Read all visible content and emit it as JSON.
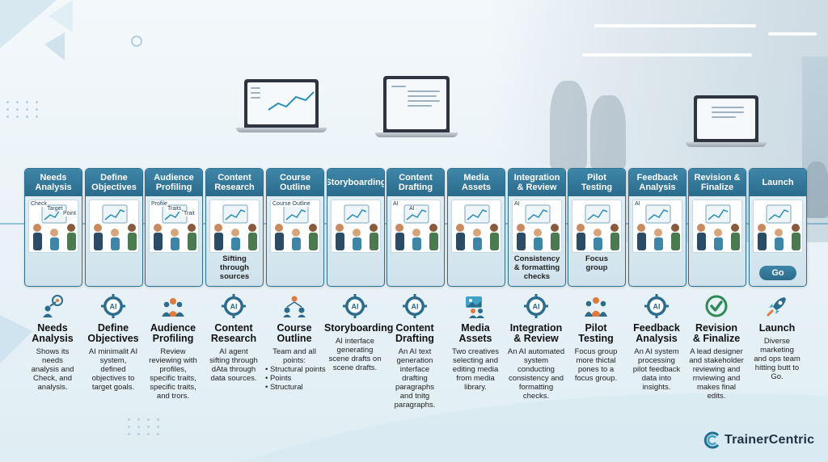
{
  "colors": {
    "accent": "#2b6b8c",
    "accent_light": "#3e86a8",
    "text": "#222222"
  },
  "steps": [
    {
      "card_title": "Needs\nAnalysis",
      "card_labels": [
        "Check",
        "Target",
        "Point"
      ],
      "card_caption": "",
      "icon": "target-people-icon",
      "title": "Needs\nAnalysis",
      "desc": "Shows its\nneeds\nanalysis and\nCheck, and\nanalysis."
    },
    {
      "card_title": "Define\nObjectives",
      "card_labels": [],
      "card_caption": "",
      "icon": "ai-gear-icon",
      "title": "Define\nObjectives",
      "desc": "AI minimalit AI\nsystem,\ndefined\nobjectives to\ntarget goals."
    },
    {
      "card_title": "Audience\nProfiling",
      "card_labels": [
        "Profile",
        "Traits",
        "Trait"
      ],
      "card_caption": "",
      "icon": "audience-group-icon",
      "title": "Audience\nProfiling",
      "desc": "Review\nreviewing with\nprofiles,\nspecific traits,\nspecific traits,\nand trors."
    },
    {
      "card_title": "Content\nResearch",
      "card_labels": [],
      "card_caption": "Sifting\nthrough\nsources",
      "icon": "ai-gear-icon",
      "title": "Content\nResearch",
      "desc": "AI agent\nsifting through\ndAta through\ndata sources."
    },
    {
      "card_title": "Course\nOutline",
      "card_labels": [
        "Course Outline"
      ],
      "card_caption": "",
      "icon": "team-network-icon",
      "title": "Course\nOutline",
      "desc": "Team and all\npoints:",
      "bullets": [
        "Structural points",
        "Points",
        "Structural"
      ]
    },
    {
      "card_title": "Storyboarding",
      "card_labels": [],
      "card_caption": "",
      "icon": "ai-gear-icon",
      "title": "Storyboarding",
      "desc": "AI interface\ngenerating\nscene drafts on\nscene drafts."
    },
    {
      "card_title": "Content\nDrafting",
      "card_labels": [
        "AI",
        "AI"
      ],
      "card_caption": "",
      "icon": "ai-gear-icon",
      "title": "Content\nDrafting",
      "desc": "An AI text\ngeneration\ninterface\ndrafting\nparagraphs\nand tnitg\nparagraphs."
    },
    {
      "card_title": "Media\nAssets",
      "card_labels": [],
      "card_caption": "",
      "icon": "media-people-icon",
      "title": "Media\nAssets",
      "desc": "Two creatives\nselecting and\nediting media\nfrom media\nlibrary."
    },
    {
      "card_title": "Integration\n& Review",
      "card_labels": [
        "AI"
      ],
      "card_caption": "Consistency\n& formatting\nchecks",
      "icon": "ai-gear-icon",
      "title": "Integration\n& Review",
      "desc": "An AI automated\nsystem\nconducting\nconsistency and\nformatting\nchecks."
    },
    {
      "card_title": "Pilot\nTesting",
      "card_labels": [],
      "card_caption": "Focus\ngroup",
      "icon": "focus-group-icon",
      "title": "Pilot\nTesting",
      "desc": "Focus group\nmore thictal\npones to a\nfocus group."
    },
    {
      "card_title": "Feedback\nAnalysis",
      "card_labels": [
        "AI"
      ],
      "card_caption": "",
      "icon": "ai-gear-icon",
      "title": "Feedback\nAnalysis",
      "desc": "An AI system\nprocessing\npilot feedback\ndata into\ninsights."
    },
    {
      "card_title": "Revision &\nFinalize",
      "card_labels": [],
      "card_caption": "",
      "icon": "checkmark-badge-icon",
      "title": "Revision\n& Finalize",
      "desc": "A lead designer\nand stakeholder\nreviewing and\nrnviewing and\nmakes final\nedits."
    },
    {
      "card_title": "Launch",
      "card_labels": [],
      "card_caption": "",
      "button": "Go",
      "icon": "rocket-icon",
      "title": "Launch",
      "desc": "Diverse\nmarketing\nand ops team\nhitting butt to\nGo."
    }
  ],
  "brand": {
    "name": "TrainerCentric",
    "icon": "trainercentric-logo-icon"
  }
}
